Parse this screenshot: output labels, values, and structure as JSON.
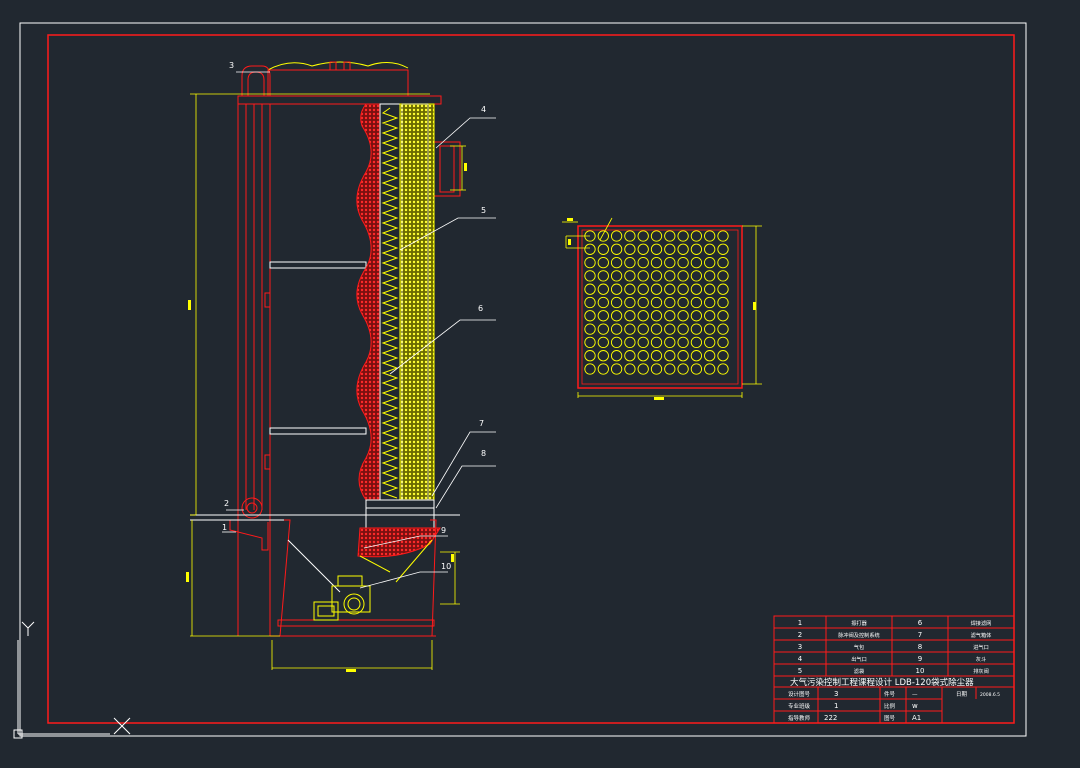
{
  "drawing": {
    "callouts": [
      "1",
      "2",
      "3",
      "4",
      "5",
      "6",
      "7",
      "8",
      "9",
      "10"
    ],
    "legend_rows": [
      {
        "n1": "1",
        "t1": "振打器",
        "n2": "6",
        "t2": "焊接滤网"
      },
      {
        "n1": "2",
        "t1": "脉冲阀及控制系统",
        "n2": "7",
        "t2": "滤气箱体"
      },
      {
        "n1": "3",
        "t1": "气包",
        "n2": "8",
        "t2": "进气口"
      },
      {
        "n1": "4",
        "t1": "出气口",
        "n2": "9",
        "t2": "灰斗"
      },
      {
        "n1": "5",
        "t1": "滤袋",
        "n2": "10",
        "t2": "排灰阀"
      }
    ],
    "title": "大气污染控制工程课程设计   LDB-120袋式除尘器",
    "info": {
      "r1": {
        "label": "设计图号",
        "value": "3",
        "label2": "件号",
        "value2": "—",
        "label3": "日期",
        "value3": "2008.6.5"
      },
      "r2": {
        "label": "专业班级",
        "value": "1",
        "label2": "比例",
        "value2": "w"
      },
      "r3": {
        "label": "指导教师",
        "value": "222",
        "label2": "图号",
        "value2": "A1"
      }
    },
    "ucs": {
      "y": "Y",
      "x": "X"
    },
    "colors": {
      "bg": "#212830",
      "frame": "#ff1a1a",
      "outline": "#ffffff",
      "dim": "#ffff00",
      "hatch": "#ff1a1a"
    }
  }
}
